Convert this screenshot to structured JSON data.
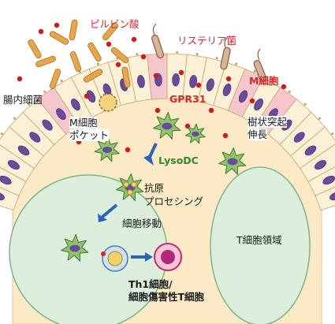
{
  "labels": {
    "pyruvate": "ピルビン酸",
    "listeria": "リステリア菌",
    "gut_bacteria": "腸内細菌",
    "m_cell": "M細胞",
    "gpr31": "GPR31",
    "m_pocket_line1": "M細胞",
    "m_pocket_line2": "ポケット",
    "dendrite_line1": "樹状突起",
    "dendrite_line2": "伸長",
    "lysodc": "LysoDC",
    "antigen_line1": "抗原",
    "antigen_line2": "プロセシング",
    "migration": "細胞移動",
    "t_zone": "T細胞領域",
    "th1_line1": "Th1細胞/",
    "th1_line2": "細胞傷害性T細胞"
  },
  "colors": {
    "dome": "#fce9c5",
    "follicle": "#dcefdc",
    "epithelium": "#fbf1d7",
    "m_cell": "#f5c6cc",
    "dendritic_cell": "#8fc46b",
    "nucleus": "#6a4a9c",
    "arrow": "#2a63b8",
    "red_dot": "#d11a1a",
    "rod": "#e8a54b",
    "listeria": "#d6b49a",
    "label_red": "#d8262c",
    "label_green": "#2f8a2f"
  }
}
